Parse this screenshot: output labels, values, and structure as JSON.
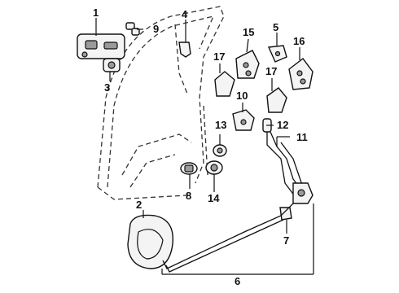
{
  "callouts": {
    "c1": "1",
    "c2": "2",
    "c3": "3",
    "c4": "4",
    "c5": "5",
    "c6": "6",
    "c7": "7",
    "c8": "8",
    "c9": "9",
    "c10": "10",
    "c11": "11",
    "c12": "12",
    "c13": "13",
    "c14": "14",
    "c15": "15",
    "c16": "16",
    "c17a": "17",
    "c17b": "17"
  },
  "colors": {
    "ink": "#111111",
    "paper": "#ffffff"
  }
}
